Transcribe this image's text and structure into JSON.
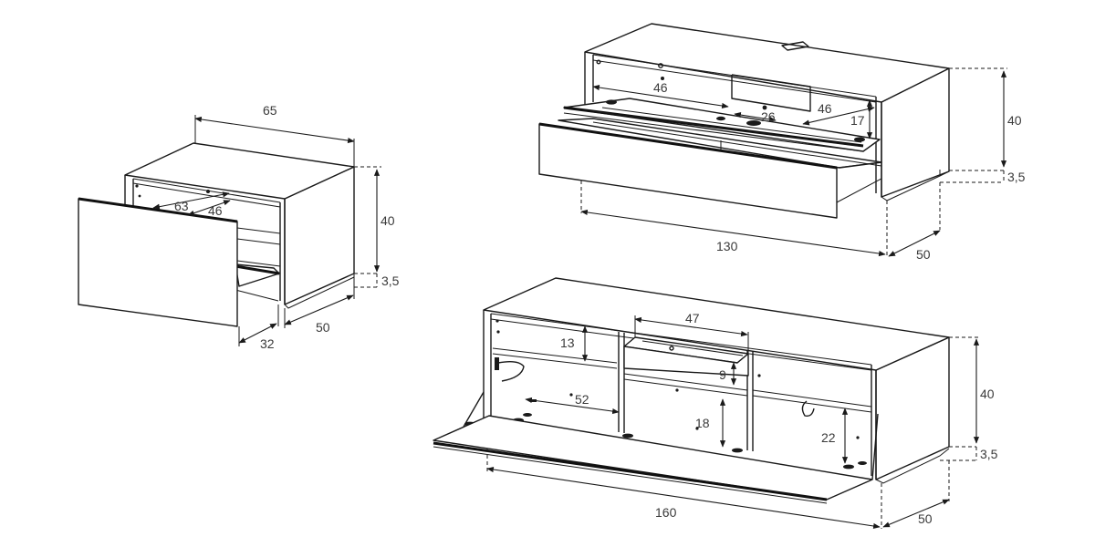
{
  "dimensions": {
    "cabinet_small": {
      "width": "65",
      "height": "40",
      "feet": "3,5",
      "depth": "50",
      "drawer_inner_a": "63",
      "drawer_inner_b": "46",
      "lower": "32"
    },
    "cabinet_medium": {
      "inner_left": "46",
      "inner_mid": "26",
      "inner_right": "46",
      "inner_height": "17",
      "height": "40",
      "feet": "3,5",
      "width": "130",
      "depth": "50"
    },
    "cabinet_large": {
      "drawer_width": "47",
      "shelf_gap": "13",
      "drawer_height": "9",
      "shelf_depth": "52",
      "mid_height": "18",
      "right_height": "22",
      "height": "40",
      "feet": "3,5",
      "width": "160",
      "depth": "50"
    }
  }
}
